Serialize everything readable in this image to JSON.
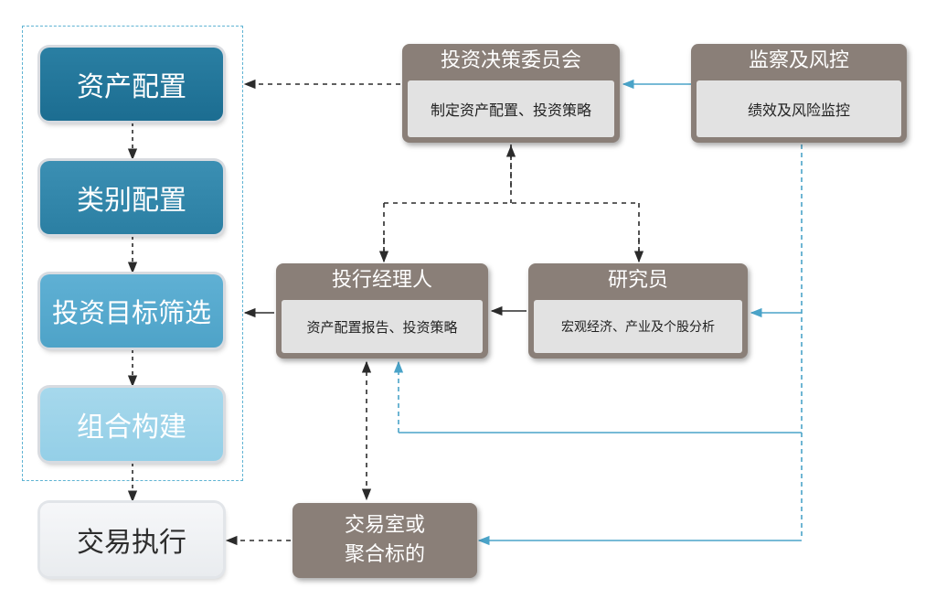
{
  "process_steps": [
    "资产配置",
    "类别配置",
    "投资目标筛选",
    "组合构建"
  ],
  "execution": "交易执行",
  "committee": {
    "title": "投资决策委员会",
    "subtitle": "制定资产配置、投资策略"
  },
  "supervision": {
    "title": "监察及风控",
    "subtitle": "绩效及风险监控"
  },
  "manager": {
    "title": "投行经理人",
    "subtitle": "资产配置报告、投资策略"
  },
  "research": {
    "title": "研究员",
    "subtitle": "宏观经济、产业及个股分析"
  },
  "trading": {
    "line1": "交易室或",
    "line2": "聚合标的"
  },
  "colors": {
    "dashed_arrow": "#2b2b2b",
    "blue_arrow": "#4aa3c8",
    "gray_box": "#8a7f78"
  }
}
